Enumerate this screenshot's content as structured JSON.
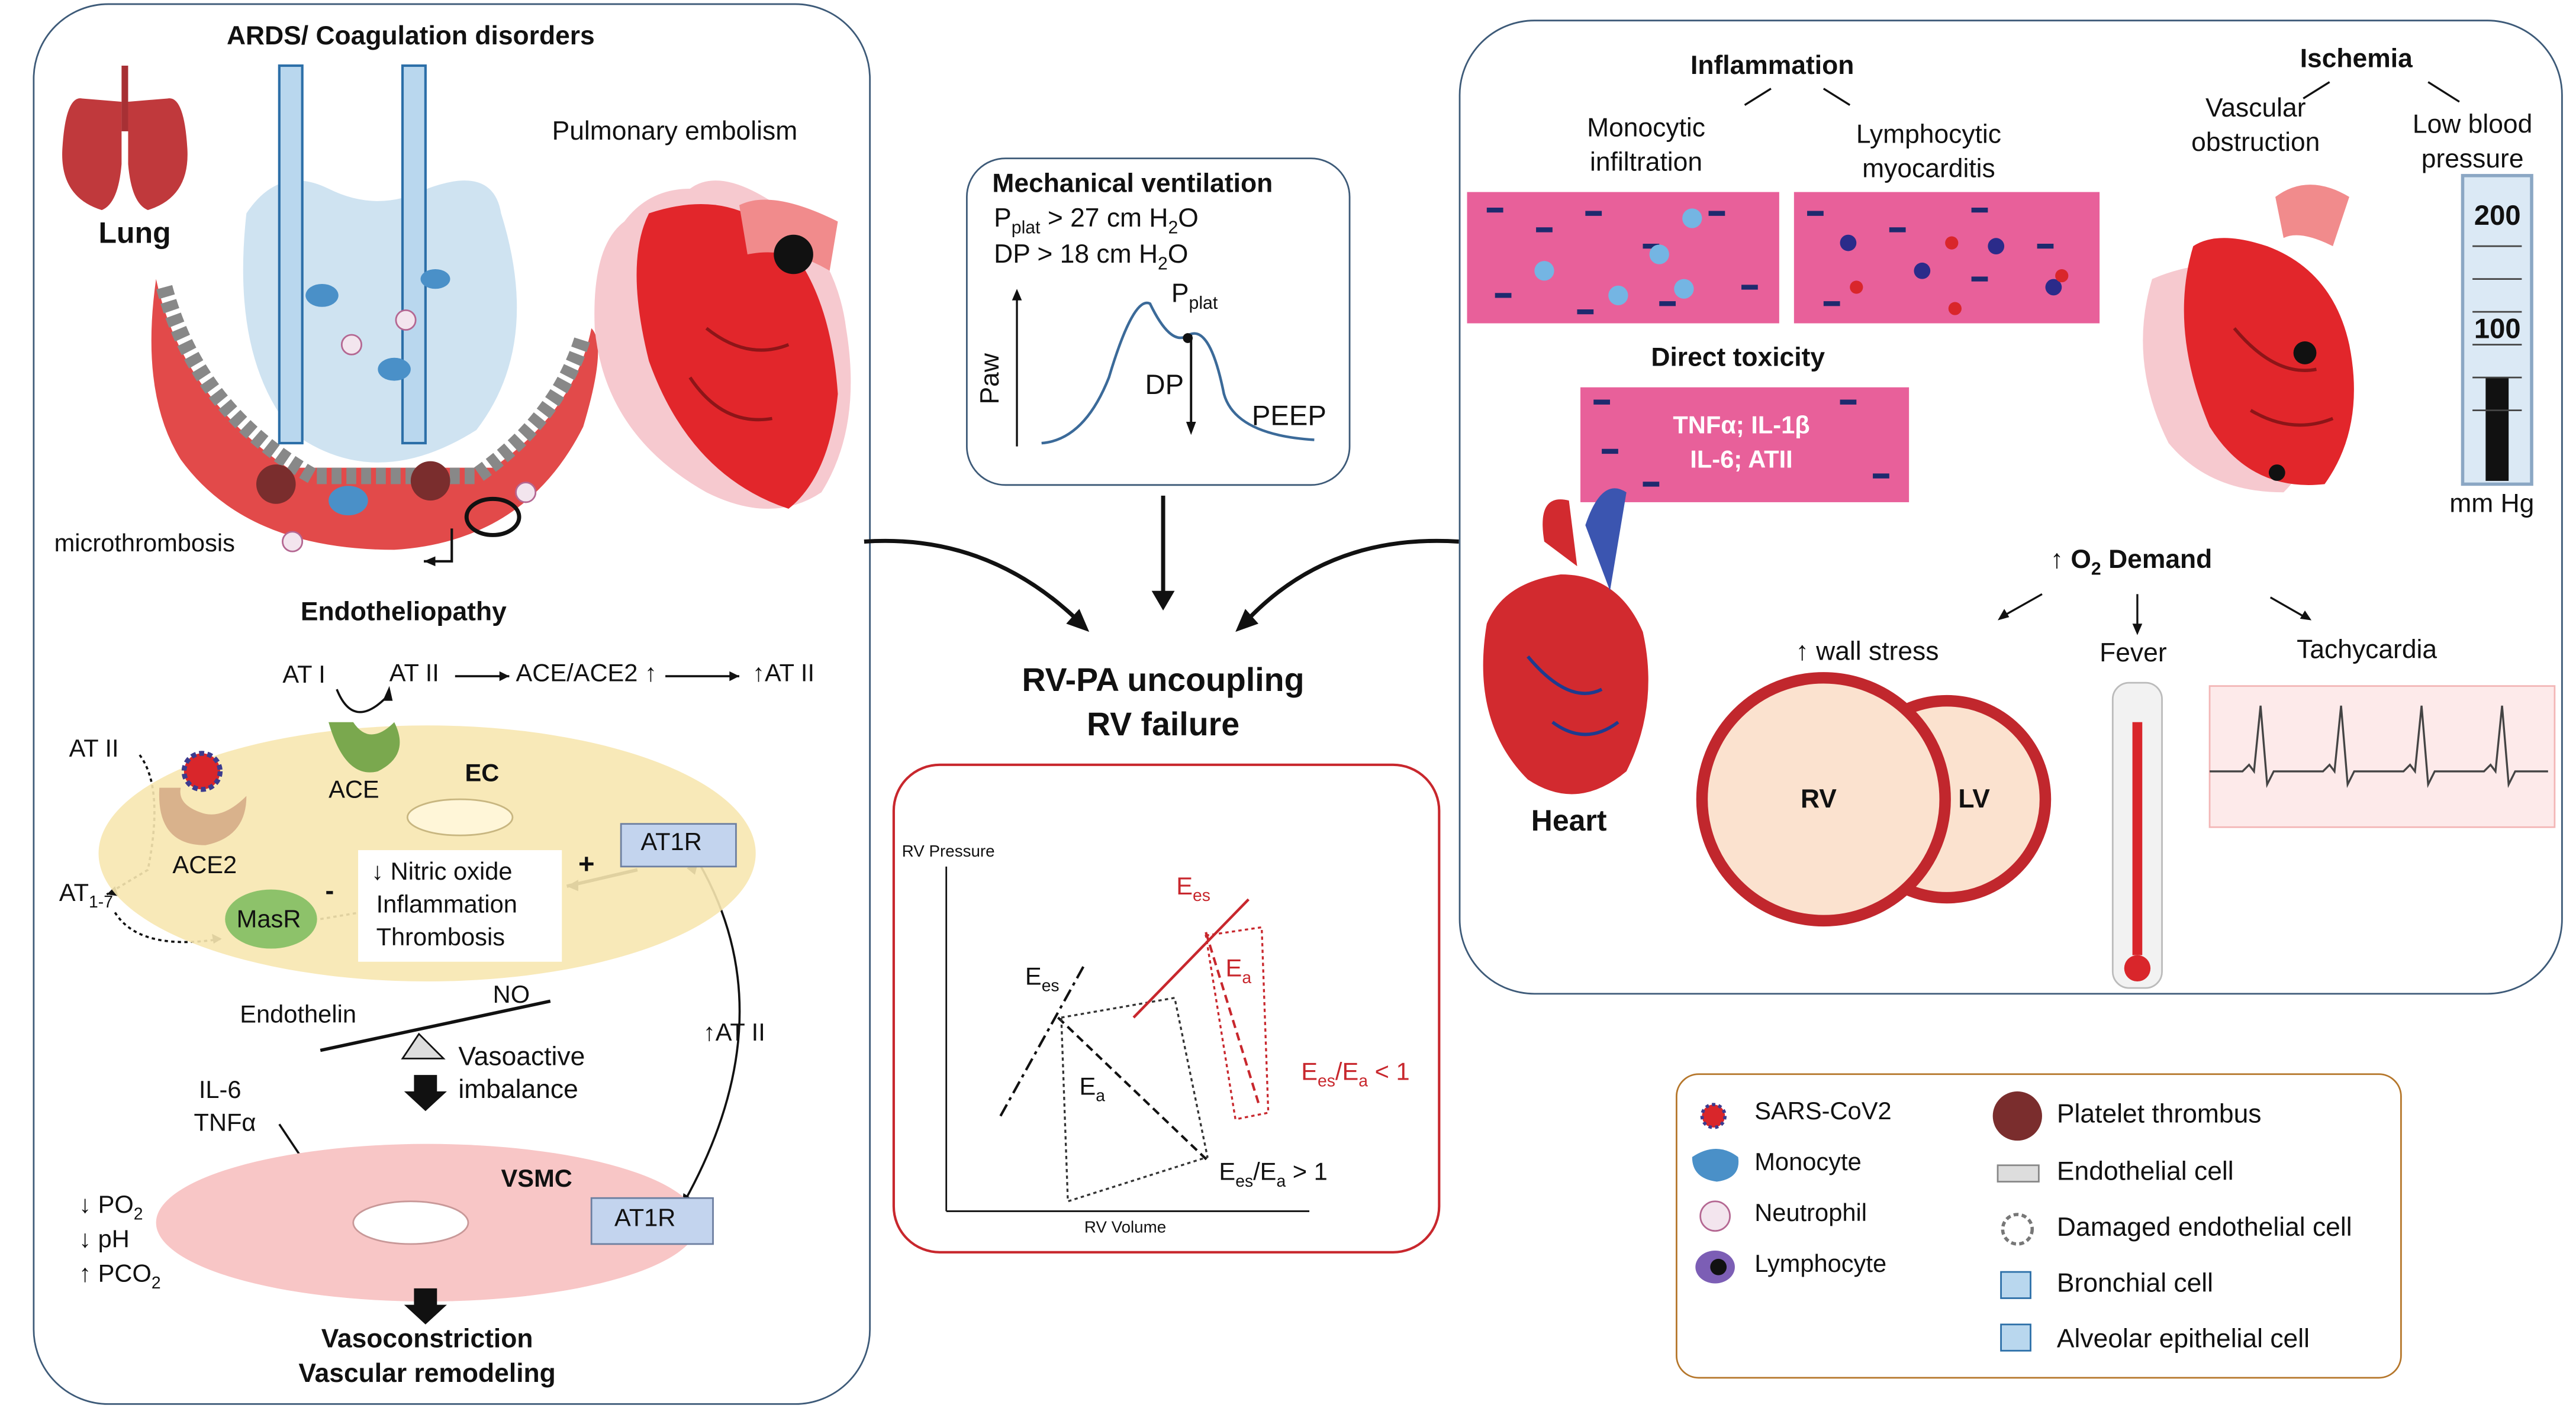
{
  "left_panel": {
    "title": "ARDS/ Coagulation disorders",
    "lung_label": "Lung",
    "pe_label": "Pulmonary embolism",
    "microthrombosis": "microthrombosis",
    "endotheliopathy": "Endotheliopathy",
    "ras": {
      "at1": "AT I",
      "at2_top": "AT II",
      "ace_ace2": "ACE/ACE2",
      "at2_right": "AT II",
      "at2_left": "AT II",
      "ace": "ACE",
      "ec": "EC",
      "ace2": "ACE2",
      "at17_main": "AT",
      "at17_sub": "1-7",
      "masr": "MasR",
      "at1r_top": "AT1R",
      "at1r_bottom": "AT1R",
      "box_lines": [
        "↓ Nitric oxide",
        "Inflammation",
        "Thrombosis"
      ],
      "plus": "+",
      "minus": "-",
      "endothelin": "Endothelin",
      "no": "NO",
      "vasoactive": [
        "Vasoactive",
        "imbalance"
      ],
      "at2_up": "↑AT II",
      "il6": "IL-6",
      "tnfa": "TNFα",
      "vsmc": "VSMC",
      "po2_main": "↓ PO",
      "po2_sub": "2",
      "ph": "↓ pH",
      "pco2_main": "↑ PCO",
      "pco2_sub": "2",
      "vaso_lines": [
        "Vasoconstriction",
        "Vascular remodeling"
      ]
    }
  },
  "center": {
    "mv_title": "Mechanical ventilation",
    "pplat_p": "P",
    "pplat_sub": "plat",
    "pplat_rest": " > 27 cm H",
    "pplat_h2": "2",
    "pplat_o": "O",
    "dp_rest": "DP > 18 cm H",
    "dp_h2": "2",
    "dp_o": "O",
    "paw": "Paw",
    "curve_pplat_p": "P",
    "curve_pplat_sub": "plat",
    "curve_dp": "DP",
    "curve_peep": "PEEP",
    "outcome_1": "RV-PA uncoupling",
    "outcome_2": "RV failure",
    "pv": {
      "rv_pressure": "RV Pressure",
      "rv_volume": "RV Volume",
      "ees_normal_main": "E",
      "ees_normal_sub": "es",
      "ea_normal_main": "E",
      "ea_normal_sub": "a",
      "ratio_normal": "> 1",
      "ees_path_main": "E",
      "ees_path_sub": "es",
      "ea_path_main": "E",
      "ea_path_sub": "a",
      "ratio_path": "< 1",
      "ratio_e": "E",
      "ratio_es": "es",
      "ratio_slash": "/E",
      "ratio_a": "a"
    }
  },
  "right_panel": {
    "inflammation": "Inflammation",
    "monocytic": [
      "Monocytic",
      "infiltration"
    ],
    "lymphocytic": [
      "Lymphocytic",
      "myocarditis"
    ],
    "ischemia": "Ischemia",
    "vascular": [
      "Vascular",
      "obstruction"
    ],
    "low_bp": [
      "Low blood",
      "pressure"
    ],
    "gauge_200": "200",
    "gauge_100": "100",
    "mmhg": "mm Hg",
    "direct_toxicity": "Direct toxicity",
    "tox_line1": "TNFα; IL-1β",
    "tox_line2": "IL-6; ATII",
    "heart_label": "Heart",
    "o2_arrow": "↑ O",
    "o2_sub": "2",
    "o2_rest": " Demand",
    "wall_stress": "↑ wall stress",
    "fever": "Fever",
    "tachycardia": "Tachycardia",
    "rv": "RV",
    "lv": "LV"
  },
  "legend": {
    "left": [
      "SARS-CoV2",
      "Monocyte",
      "Neutrophil",
      "Lymphocyte"
    ],
    "right": [
      "Platelet thrombus",
      "Endothelial cell",
      "Damaged endothelial cell",
      "Bronchial cell",
      "Alveolar epithelial cell"
    ]
  },
  "colors": {
    "panel_border": "#3d5a78",
    "heart_red": "#d9262b",
    "tissue_pink": "#e8609a",
    "red_box": "#c8272d",
    "legend_border": "#b5762a",
    "ec_yellow": "#f7e7b0",
    "vsmc_pink": "#f8c6c6",
    "bronchial_blue": "#3a85c4"
  }
}
